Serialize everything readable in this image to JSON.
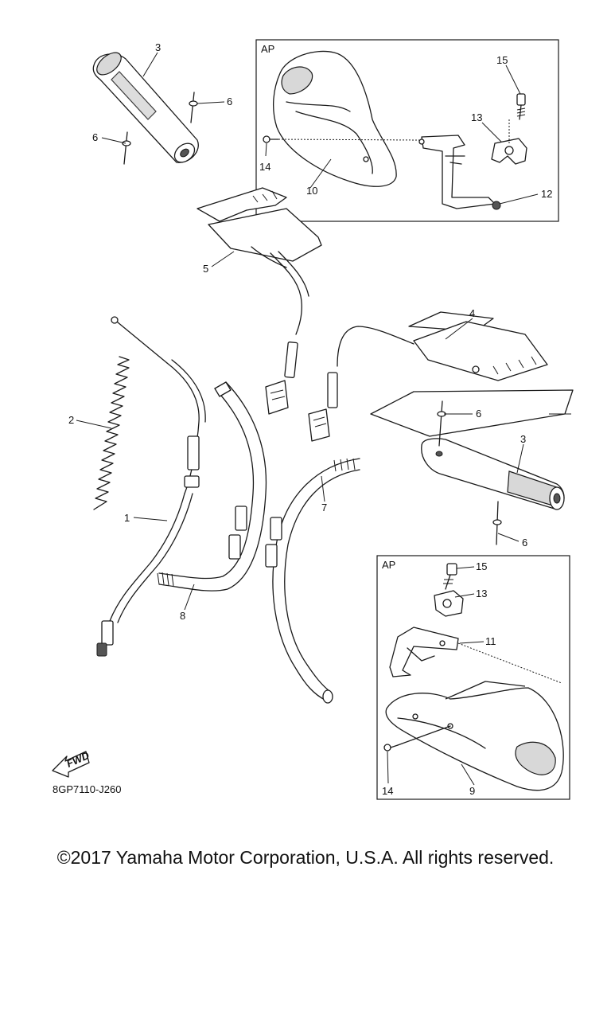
{
  "diagram": {
    "callouts": [
      {
        "id": "c3a",
        "text": "3"
      },
      {
        "id": "c6a",
        "text": "6"
      },
      {
        "id": "c6b",
        "text": "6"
      },
      {
        "id": "c5",
        "text": "5"
      },
      {
        "id": "c10",
        "text": "10"
      },
      {
        "id": "c14a",
        "text": "14"
      },
      {
        "id": "c13a",
        "text": "13"
      },
      {
        "id": "c15a",
        "text": "15"
      },
      {
        "id": "c12",
        "text": "12"
      },
      {
        "id": "c4",
        "text": "4"
      },
      {
        "id": "c2",
        "text": "2"
      },
      {
        "id": "c1",
        "text": "1"
      },
      {
        "id": "c8",
        "text": "8"
      },
      {
        "id": "c7",
        "text": "7"
      },
      {
        "id": "c6c",
        "text": "6"
      },
      {
        "id": "c3b",
        "text": "3"
      },
      {
        "id": "c6d",
        "text": "6"
      },
      {
        "id": "c15b",
        "text": "15"
      },
      {
        "id": "c13b",
        "text": "13"
      },
      {
        "id": "c11",
        "text": "11"
      },
      {
        "id": "c14b",
        "text": "14"
      },
      {
        "id": "c9",
        "text": "9"
      }
    ],
    "inset_top_label": "AP",
    "inset_bottom_label": "AP",
    "fwd_label": "FWD",
    "diagram_code": "8GP7110-J260"
  },
  "footer": {
    "copyright": "©2017 Yamaha Motor Corporation, U.S.A. All rights reserved."
  }
}
